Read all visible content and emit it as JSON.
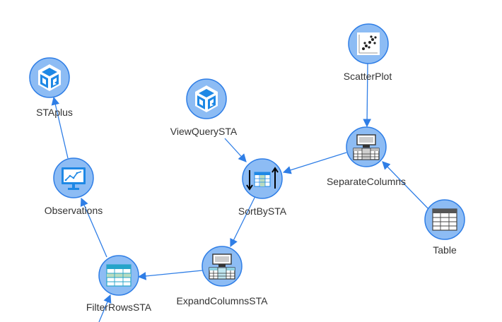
{
  "diagram": {
    "colors": {
      "node_fill": "#8dbcf4",
      "node_stroke": "#2f7ee6",
      "edge": "#2f7ee6",
      "label": "#333333"
    },
    "nodes": [
      {
        "id": "staplus",
        "label": "STAplus",
        "icon": "cube-logo-icon"
      },
      {
        "id": "viewquerysta",
        "label": "ViewQuerySTA",
        "icon": "cube-logo-icon"
      },
      {
        "id": "scatterplot",
        "label": "ScatterPlot",
        "icon": "scatter-plot-icon"
      },
      {
        "id": "separatecolumns",
        "label": "SeparateColumns",
        "icon": "separate-columns-icon"
      },
      {
        "id": "sortbysta",
        "label": "SortBySTA",
        "icon": "sort-table-icon"
      },
      {
        "id": "observations",
        "label": "Observations",
        "icon": "line-chart-monitor-icon"
      },
      {
        "id": "table",
        "label": "Table",
        "icon": "table-icon"
      },
      {
        "id": "expandcolumnssta",
        "label": "ExpandColumnsSTA",
        "icon": "expand-columns-icon"
      },
      {
        "id": "filterrowssta",
        "label": "FilterRowsSTA",
        "icon": "filter-rows-icon"
      }
    ],
    "edges": [
      {
        "from": "scatterplot",
        "to": "separatecolumns"
      },
      {
        "from": "table",
        "to": "separatecolumns"
      },
      {
        "from": "separatecolumns",
        "to": "sortbysta"
      },
      {
        "from": "viewquerysta",
        "to": "sortbysta"
      },
      {
        "from": "sortbysta",
        "to": "expandcolumnssta"
      },
      {
        "from": "expandcolumnssta",
        "to": "filterrowssta"
      },
      {
        "from": "filterrowssta",
        "to": "observations"
      },
      {
        "from": "observations",
        "to": "staplus"
      }
    ]
  }
}
